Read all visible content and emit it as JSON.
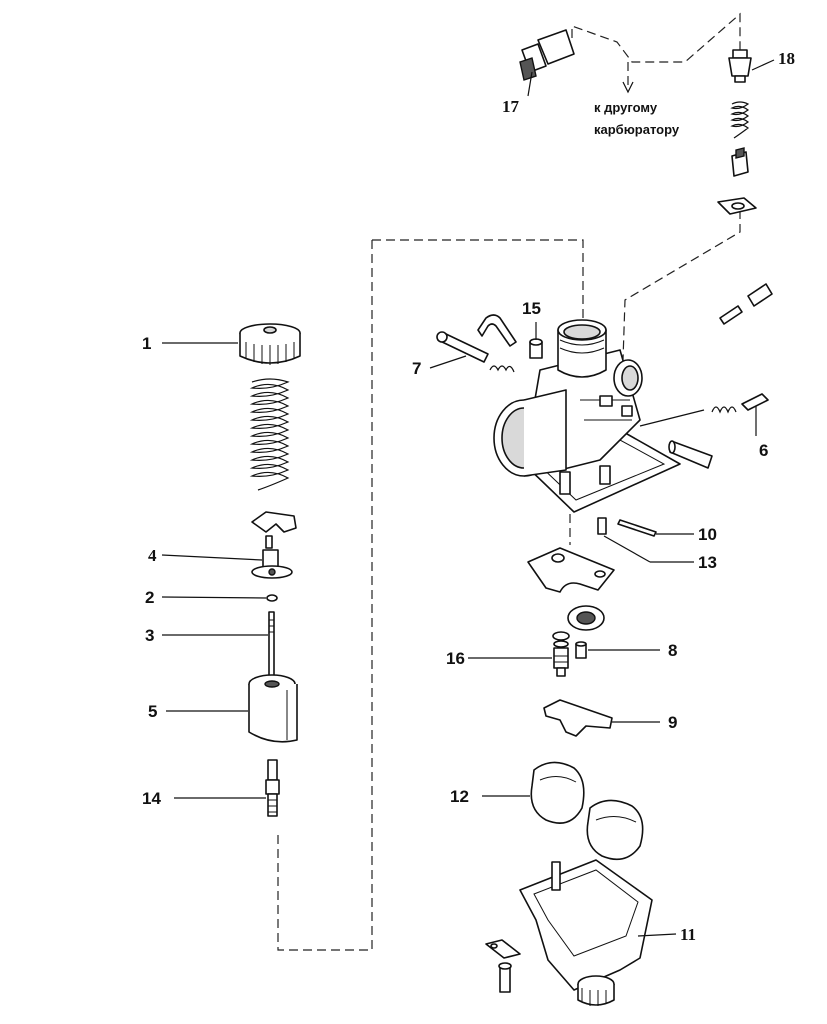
{
  "callouts": [
    {
      "id": "1",
      "label": "1"
    },
    {
      "id": "2",
      "label": "2"
    },
    {
      "id": "3",
      "label": "3"
    },
    {
      "id": "4",
      "label": "4"
    },
    {
      "id": "5",
      "label": "5"
    },
    {
      "id": "6",
      "label": "6"
    },
    {
      "id": "7",
      "label": "7"
    },
    {
      "id": "8",
      "label": "8"
    },
    {
      "id": "9",
      "label": "9"
    },
    {
      "id": "10",
      "label": "10"
    },
    {
      "id": "11",
      "label": "11"
    },
    {
      "id": "12",
      "label": "12"
    },
    {
      "id": "13",
      "label": "13"
    },
    {
      "id": "14",
      "label": "14"
    },
    {
      "id": "15",
      "label": "15"
    },
    {
      "id": "16",
      "label": "16"
    },
    {
      "id": "17",
      "label": "17"
    },
    {
      "id": "18",
      "label": "18"
    }
  ],
  "note": {
    "line1": "к другому",
    "line2": "карбюратору"
  }
}
